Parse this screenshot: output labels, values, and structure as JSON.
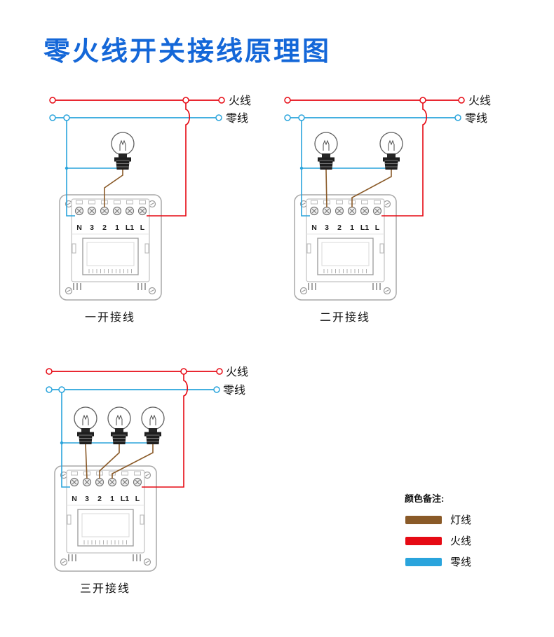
{
  "page": {
    "title": "零火线开关接线原理图"
  },
  "colors": {
    "title_blue": "#1467d8",
    "live_red": "#e60a14",
    "neutral_blue": "#2aa4dc",
    "lamp_brown": "#8a5a28",
    "panel_outline": "#a8a8a8"
  },
  "terminal_labels": [
    "N",
    "3",
    "2",
    "1",
    "L1",
    "L"
  ],
  "diagrams": [
    {
      "caption": "一开接线",
      "live_label": "火线",
      "neutral_label": "零线"
    },
    {
      "caption": "二开接线",
      "live_label": "火线",
      "neutral_label": "零线"
    },
    {
      "caption": "三开接线",
      "live_label": "火线",
      "neutral_label": "零线"
    }
  ],
  "legend": {
    "heading": "颜色备注:",
    "items": [
      {
        "label": "灯线",
        "color": "#8a5a28"
      },
      {
        "label": "火线",
        "color": "#e60a14"
      },
      {
        "label": "零线",
        "color": "#2aa4dc"
      }
    ]
  }
}
